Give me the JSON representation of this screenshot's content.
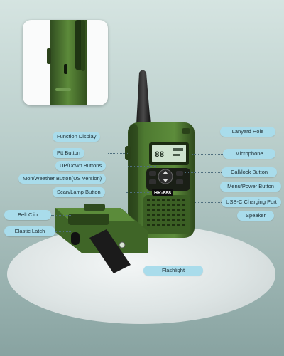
{
  "product": {
    "model_badge": "HK-888"
  },
  "callouts": {
    "function_display": "Function Display",
    "ptt_button": "Ptt Button",
    "up_down_buttons": "UP/Down Buttons",
    "mon_weather_button": "Mon/Weather Button(US Version)",
    "scan_lamp_button": "Scan/Lamp Button",
    "belt_clip": "Belt Clip",
    "elastic_latch": "Elastic Latch",
    "flashlight": "Flashlight",
    "lanyard_hole": "Lanyard Hole",
    "microphone": "Microphone",
    "call_lock_button": "Call/lock Button",
    "menu_power_button": "Menu/Power Button",
    "usb_c_charging_port": "USB-C Charging Port",
    "speaker": "Speaker"
  },
  "colors": {
    "radio_green": "#4e7a31",
    "label_blue": "#a9dceb",
    "background": "#b6cbc8"
  }
}
